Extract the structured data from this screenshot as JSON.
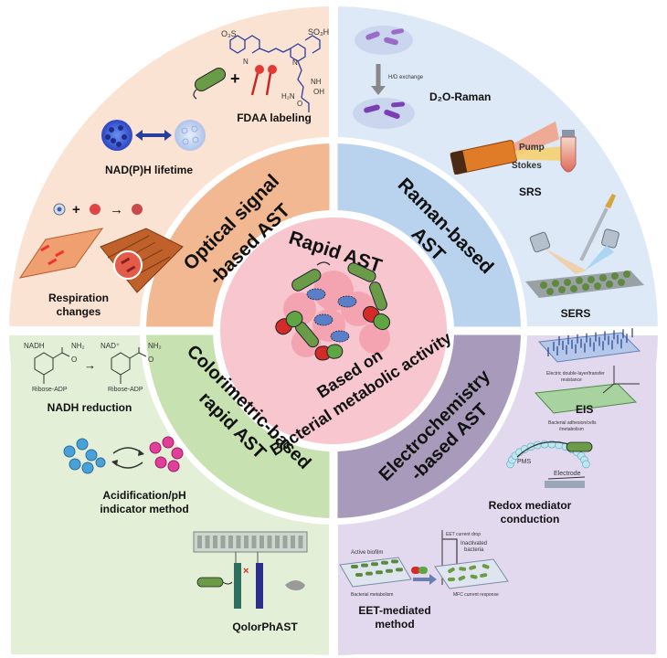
{
  "colors": {
    "optical_outer": "#fbe3d3",
    "optical_inner": "#f2b892",
    "raman_outer": "#dde9f7",
    "raman_inner": "#b9d3ef",
    "electro_outer": "#e3d9ef",
    "electro_inner": "#a89aba",
    "color_outer": "#e3f0d7",
    "color_inner": "#c7e1b0",
    "center": "#f7c6cf",
    "divider": "#ffffff"
  },
  "center": {
    "title": "Rapid AST",
    "subtitle_1": "Based on",
    "subtitle_2": "Bacterial metabolic activity"
  },
  "quadrants": {
    "optical": {
      "title_line1": "Optical signal",
      "title_line2": "-based  AST",
      "items": {
        "fdaa": "FDAA labeling",
        "nadph": "NAD(P)H lifetime",
        "respiration_1": "Respiration",
        "respiration_2": "changes"
      },
      "molecule": {
        "sulfo_1": "O₃S",
        "sulfo_2": "SO₃H",
        "n1": "N",
        "n2": "N",
        "nh": "NH",
        "oh": "OH",
        "h2n": "H₂N",
        "o": "O"
      },
      "plus": "+",
      "arrow": "→"
    },
    "raman": {
      "title_line1": "Raman-based",
      "title_line2": "AST",
      "items": {
        "hd_exchange": "H/D exchange",
        "d2o_raman": "D₂O-Raman",
        "pump": "Pump",
        "stokes": "Stokes",
        "srs": "SRS",
        "sers": "SERS"
      }
    },
    "electro": {
      "title_line1": "Electrochemistry",
      "title_line2": "-based AST",
      "items": {
        "eis_caption_1": "Electric double-layer/transfer",
        "eis_caption_2": "resistance",
        "eis_caption_3": "Bacterial adhesion/cells",
        "eis_caption_4": "/metabolism",
        "eis": "EIS",
        "pms": "PMS",
        "electrode": "Electrode",
        "redox_1": "Redox mediator",
        "redox_2": "conduction",
        "eet_current_drop": "EET current drop",
        "active_biofilm": "Active biofilm",
        "inactivated_1": "Inactivated",
        "inactivated_2": "bacteria",
        "bacterial_metabolism": "Bacterial metabolism",
        "mfc_current": "MFC current response",
        "eet_1": "EET-mediated",
        "eet_2": "method"
      }
    },
    "colorimetric": {
      "title_line1": "Colorimetric-based",
      "title_line2": "rapid AST",
      "items": {
        "nadh_label": "NADH",
        "nadplus_label": "NAD⁺",
        "nh2_a": "NH₂",
        "nh2_b": "NH₂",
        "o_a": "O",
        "o_b": "O",
        "ribose_a": "Ribose-ADP",
        "ribose_b": "Ribose-ADP",
        "nadh_reduction": "NADH reduction",
        "acid_1": "Acidification/pH",
        "acid_2": "indicator method",
        "qolor": "QolorPhAST",
        "cross": "×"
      }
    }
  }
}
